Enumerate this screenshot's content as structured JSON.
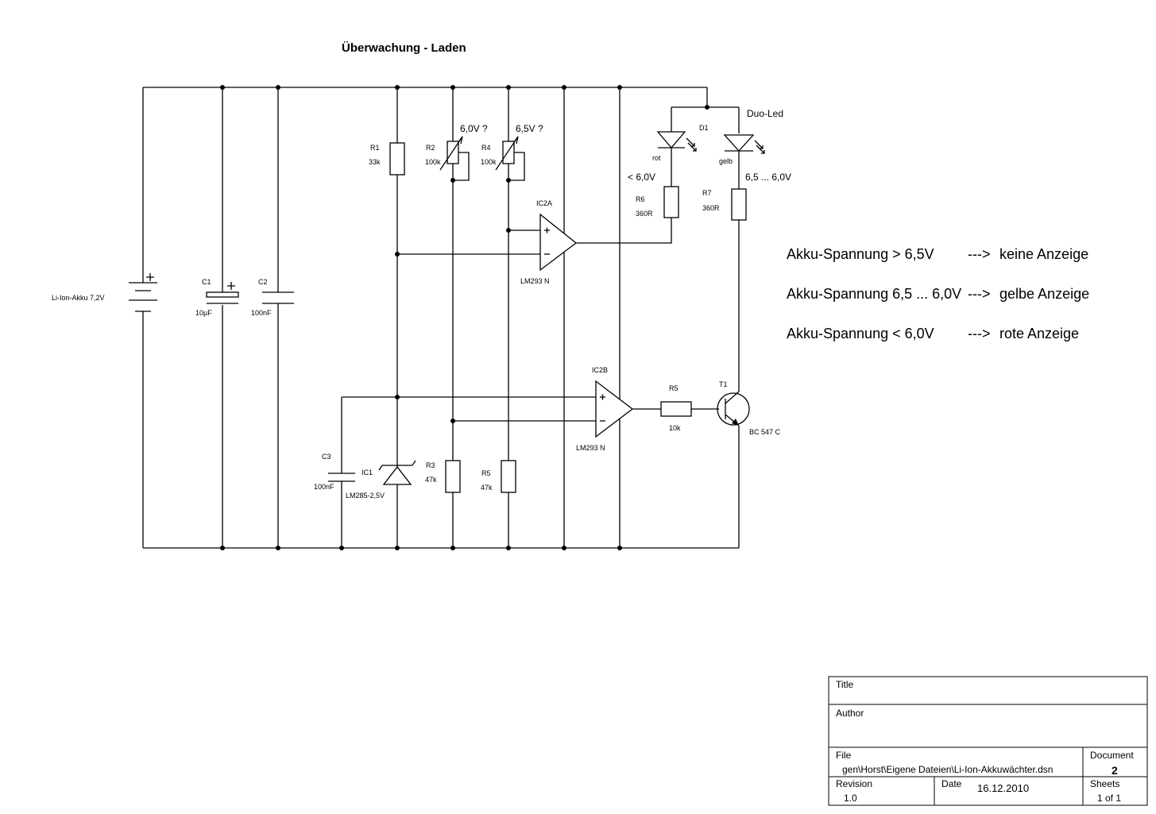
{
  "title": "Überwachung  - Laden",
  "components": {
    "battery": {
      "label": "Li-Ion-Akku 7,2V"
    },
    "c1": {
      "ref": "C1",
      "value": "10µF"
    },
    "c2": {
      "ref": "C2",
      "value": "100nF"
    },
    "c3": {
      "ref": "C3",
      "value": "100nF"
    },
    "r1": {
      "ref": "R1",
      "value": "33k"
    },
    "r2": {
      "ref": "R2",
      "value": "100k",
      "note": "6,0V ?"
    },
    "r4": {
      "ref": "R4",
      "value": "100k",
      "note": "6,5V ?"
    },
    "r3": {
      "ref": "R3",
      "value": "47k"
    },
    "r5_lower": {
      "ref": "R5",
      "value": "47k"
    },
    "r5_base": {
      "ref": "R5",
      "value": "10k"
    },
    "r6": {
      "ref": "R6",
      "value": "360R"
    },
    "r7": {
      "ref": "R7",
      "value": "360R"
    },
    "ic1": {
      "ref": "IC1",
      "value": "LM285-2,5V"
    },
    "ic2a": {
      "ref": "IC2A",
      "value": "LM293 N"
    },
    "ic2b": {
      "ref": "IC2B",
      "value": "LM293 N"
    },
    "t1": {
      "ref": "T1",
      "value": "BC 547 C"
    },
    "d1": {
      "ref": "D1",
      "label": "Duo-Led",
      "red": "rot",
      "yellow": "gelb",
      "red_note": "< 6,0V",
      "yellow_note": "6,5 ... 6,0V"
    }
  },
  "legend": [
    {
      "condition": "Akku-Spannung > 6,5V",
      "arrow": "--->",
      "result": "keine Anzeige"
    },
    {
      "condition": "Akku-Spannung 6,5 ... 6,0V",
      "arrow": "--->",
      "result": "gelbe Anzeige"
    },
    {
      "condition": "Akku-Spannung < 6,0V",
      "arrow": "--->",
      "result": "rote Anzeige"
    }
  ],
  "title_block": {
    "title_label": "Title",
    "author_label": "Author",
    "file_label": "File",
    "file_value": "gen\\Horst\\Eigene Dateien\\Li-Ion-Akkuwächter.dsn",
    "document_label": "Document",
    "document_value": "2",
    "revision_label": "Revision",
    "revision_value": "1.0",
    "date_label": "Date",
    "date_value": "16.12.2010",
    "sheets_label": "Sheets",
    "sheets_value": "1 of 1"
  }
}
